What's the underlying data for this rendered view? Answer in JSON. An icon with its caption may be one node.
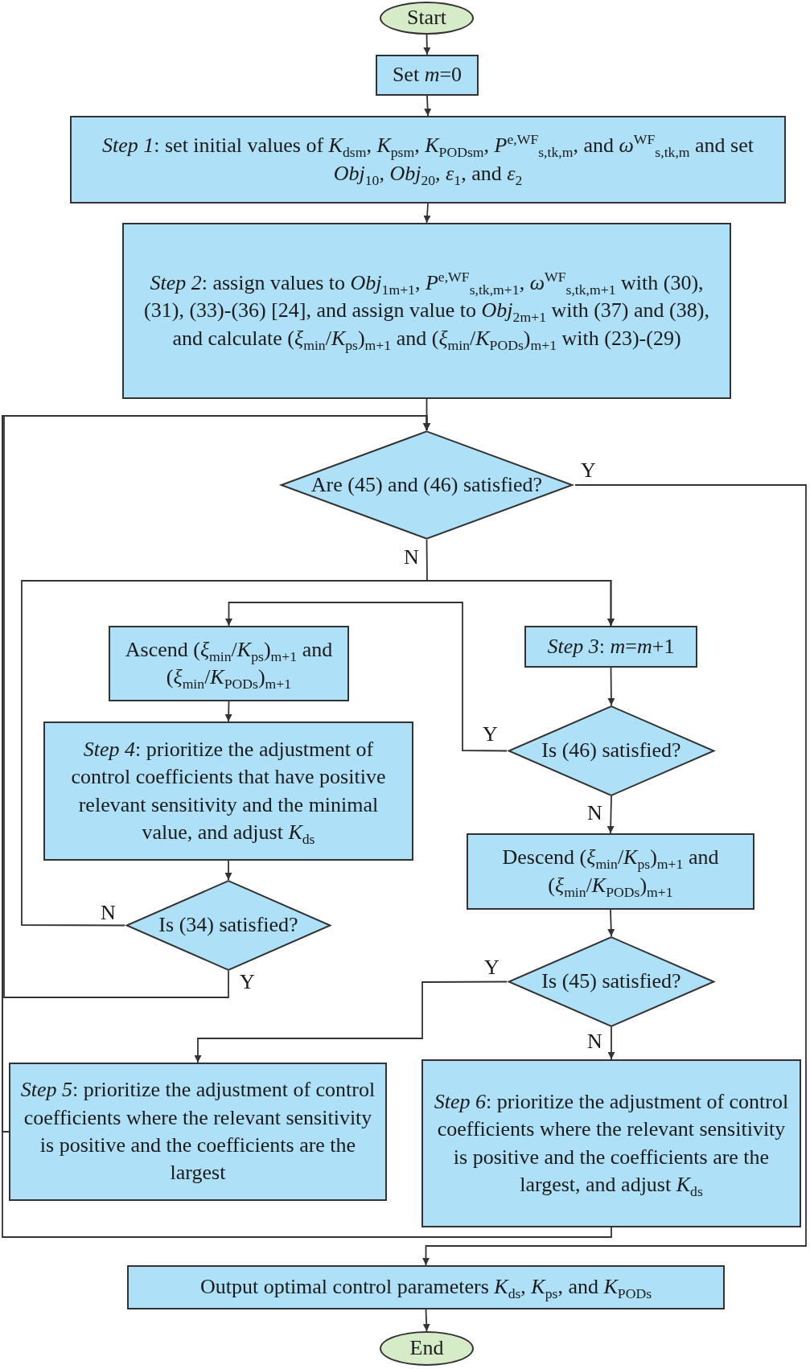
{
  "diagram": {
    "nodes": [
      {
        "text": [
          "Start"
        ]
      },
      {
        "text": [
          "Set *m*=0"
        ]
      },
      {
        "text": [
          "*Step 1*: set initial values of *K*$_{dsm}$, *K*$_{psm}$, *K*$_{PODsm}$, *P*$^{e,WF}$$_{s,tk,m}$, and *ω*$^{WF}$$_{s,tk,m}$ and set *Obj*$_{10}$, *Obj*$_{20}$, *ε*$_{1}$, and *ε*$_{2}$"
        ]
      },
      {
        "text": [
          "*Step 2*: assign values to *Obj*$_{1m+1}$, *P*$^{e,WF}$$_{s,tk,m+1}$, *ω*$^{WF}$$_{s,tk,m+1}$ with (30), (31), (33)-(36) [24], and assign value to *Obj*$_{2m+1}$ with (37) and (38), and calculate (*ξ*$_{min}$/*K*$_{ps}$)$_{m+1}$ and (*ξ*$_{min}$/*K*$_{PODs}$)$_{m+1}$ with (23)-(29)"
        ]
      },
      {
        "text": [
          "Are (45) and (46) satisfied?"
        ]
      },
      {
        "text": [
          "Ascend (*ξ*$_{min}$/*K*$_{ps}$)$_{m+1}$ and (*ξ*$_{min}$/*K*$_{PODs}$)$_{m+1}$"
        ]
      },
      {
        "text": [
          "*Step 3*: *m*=*m*+1"
        ]
      },
      {
        "text": [
          "*Step 4*: prioritize the adjustment of control coefficients that have positive relevant sensitivity and the minimal value, and adjust *K*$_{ds}$"
        ]
      },
      {
        "text": [
          "Is (46) satisfied?"
        ]
      },
      {
        "text": [
          "Is (34) satisfied?"
        ]
      },
      {
        "text": [
          "Descend (*ξ*$_{min}$/*K*$_{ps}$)$_{m+1}$ and (*ξ*$_{min}$/*K*$_{PODs}$)$_{m+1}$"
        ]
      },
      {
        "text": [
          "Is (45) satisfied?"
        ]
      },
      {
        "text": [
          "*Step 5*: prioritize the adjustment of control coefficients where the relevant sensitivity is positive and the coefficients are the largest"
        ]
      },
      {
        "text": [
          "*Step 6*: prioritize the adjustment of control coefficients where the relevant sensitivity is positive and the coefficients are the largest, and adjust *K*$_{ds}$"
        ]
      },
      {
        "text": [
          "Output optimal control parameters *K*$_{ds}$, *K*$_{ps}$, and *K*$_{PODs}$"
        ]
      },
      {
        "text": [
          "End"
        ]
      }
    ],
    "edges": [
      {
        "from": 0,
        "to": 1,
        "arrow": "to"
      },
      {
        "from": 1,
        "to": 2,
        "arrow": "to"
      },
      {
        "from": 2,
        "to": 3,
        "arrow": "to"
      },
      {
        "from": 3,
        "to": 4,
        "arrow": "to"
      },
      {
        "from": 4,
        "to": 14,
        "arrow": "to",
        "label": "Y"
      },
      {
        "from": 4,
        "to": 6,
        "arrow": "to",
        "label": "N"
      },
      {
        "from": 6,
        "to": 8,
        "arrow": "to"
      },
      {
        "from": 8,
        "to": 5,
        "arrow": "to",
        "label": "Y"
      },
      {
        "from": 8,
        "to": 10,
        "arrow": "to",
        "label": "N"
      },
      {
        "from": 5,
        "to": 7,
        "arrow": "to"
      },
      {
        "from": 7,
        "to": 9,
        "arrow": "to"
      },
      {
        "from": 9,
        "to": 6,
        "arrow": "to",
        "label": "N"
      },
      {
        "from": 9,
        "to": 4,
        "arrow": "to",
        "label": "Y"
      },
      {
        "from": 10,
        "to": 11,
        "arrow": "to"
      },
      {
        "from": 11,
        "to": 12,
        "arrow": "to",
        "label": "Y"
      },
      {
        "from": 11,
        "to": 13,
        "arrow": "to",
        "label": "N"
      },
      {
        "from": 12,
        "to": 4,
        "arrow": "to"
      },
      {
        "from": 13,
        "to": 4,
        "arrow": "to"
      },
      {
        "from": 14,
        "to": 15,
        "arrow": "to"
      }
    ]
  }
}
